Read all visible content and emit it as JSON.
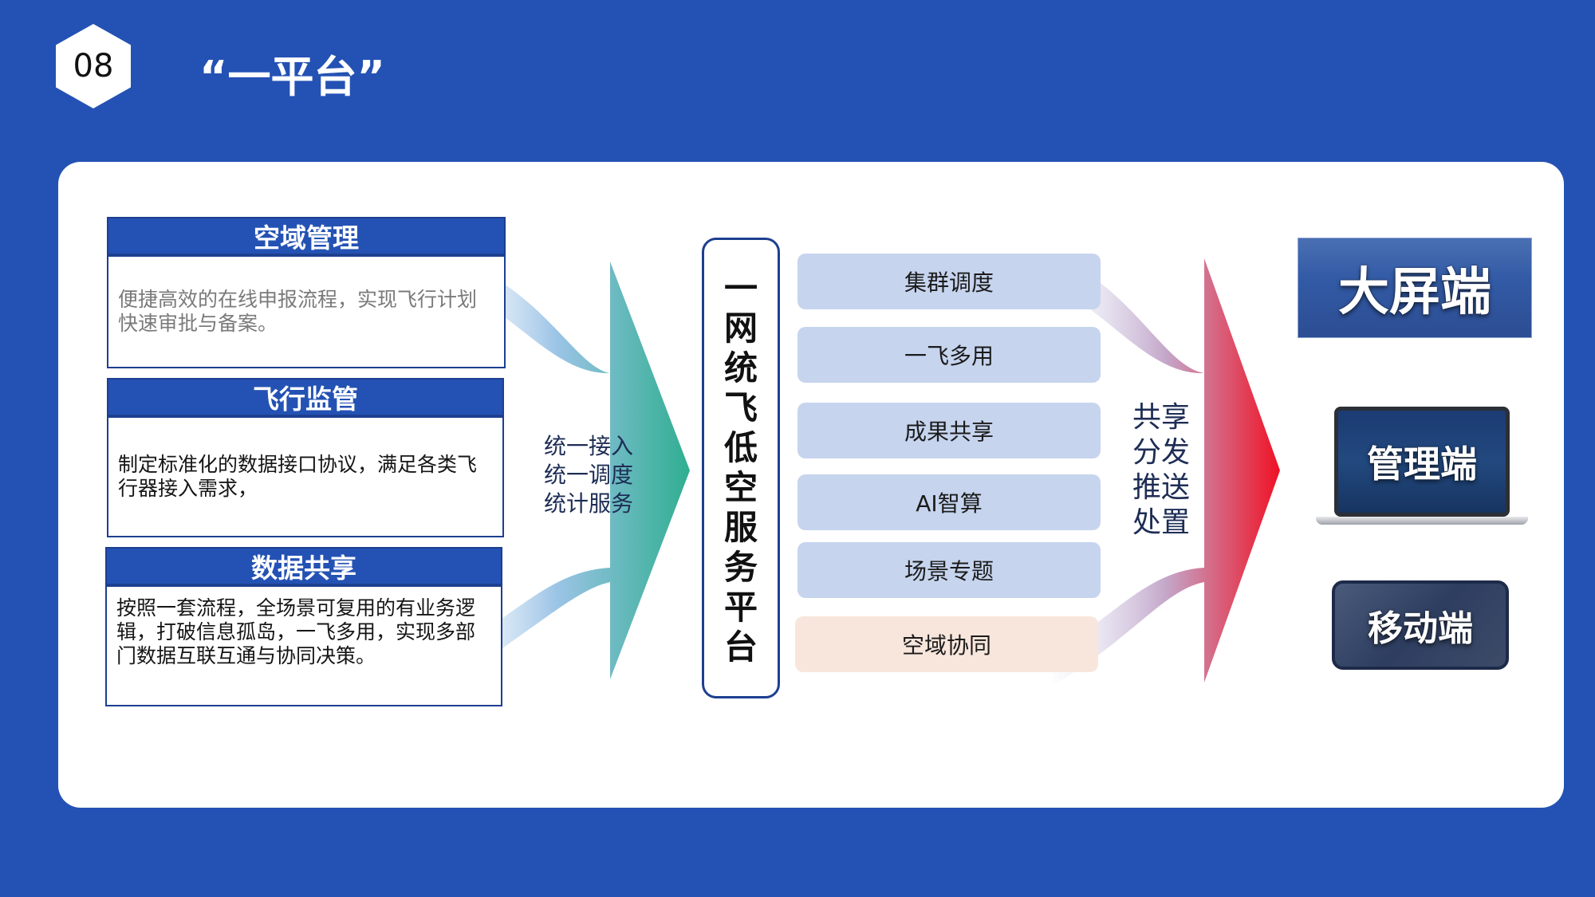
{
  "header": {
    "section_number": "08",
    "title": "“一平台”"
  },
  "panels": [
    {
      "title": "空域管理",
      "body": "便捷高效的在线申报流程，实现飞行计划\n快速审批与备案。"
    },
    {
      "title": "飞行监管",
      "body": "制定标准化的数据接口协议，满足各类飞\n行器接入需求，"
    },
    {
      "title": "数据共享",
      "body": "按照一套流程，全场景可复用的有业务逻\n辑，打破信息孤岛，一飞多用，实现多部\n门数据互联互通与协同决策。"
    }
  ],
  "connector_left": {
    "lines": [
      "统一接入",
      "统一调度",
      "统计服务"
    ]
  },
  "platform": {
    "label": "一网统飞低空服务平台"
  },
  "services": [
    "集群调度",
    "一飞多用",
    "成果共享",
    "AI智算",
    "场景专题",
    "空域协同"
  ],
  "connector_right": {
    "lines": [
      "共享",
      "分发",
      "推送",
      "处置"
    ]
  },
  "endpoints": {
    "big_screen": "大屏端",
    "management": "管理端",
    "mobile": "移动端"
  },
  "colors": {
    "background": "#2452b4",
    "panel_header": "#2452b4",
    "left_arrow": "#3aa9a0",
    "right_arrow": "#e8162a",
    "service_chip": "#c6d4ee",
    "service_chip_highlight": "#f8e6dc"
  },
  "icons": [
    "hexagon-badge-icon",
    "big-arrow-right-icon",
    "laptop-icon",
    "phone-icon",
    "display-screen-icon"
  ]
}
